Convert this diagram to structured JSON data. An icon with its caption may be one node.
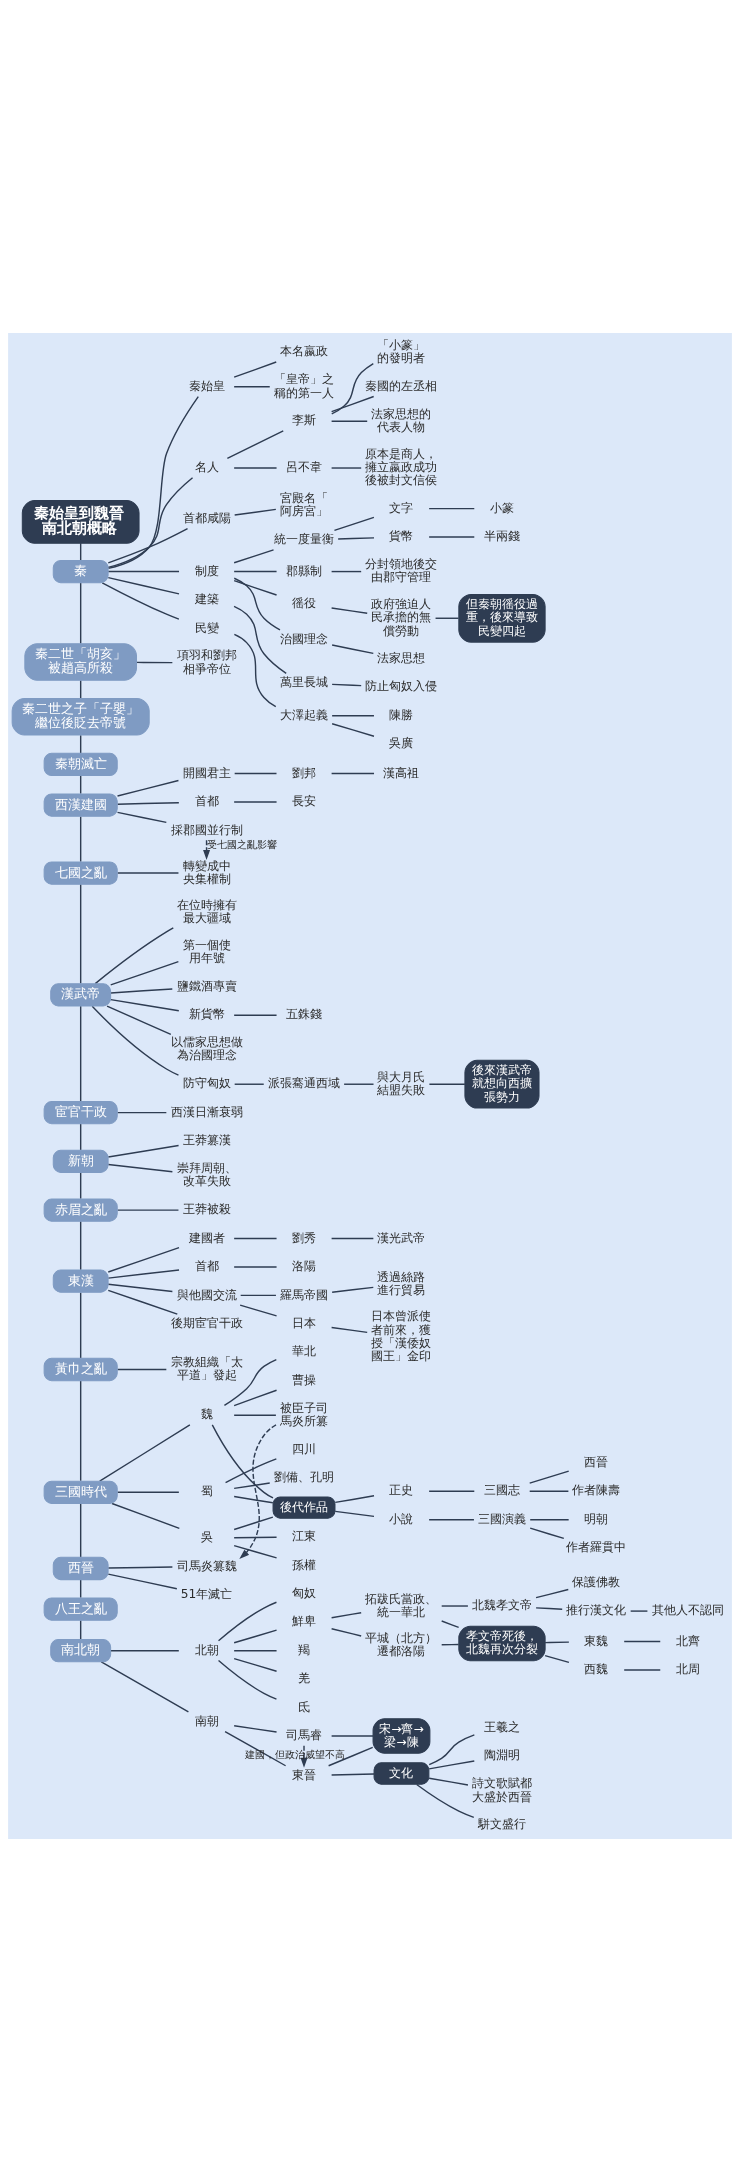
{
  "diagram": {
    "nodes": [
      {
        "text": [
          "秦始皇到魏晉南北朝概略"
        ]
      },
      {
        "text": [
          "秦"
        ]
      },
      {
        "text": [
          "秦始皇"
        ]
      },
      {
        "text": [
          "本名嬴政"
        ]
      },
      {
        "text": [
          "「皇帝」之稱的第一人"
        ]
      },
      {
        "text": [
          "名人"
        ]
      },
      {
        "text": [
          "李斯"
        ]
      },
      {
        "text": [
          "「小篆」的發明者"
        ]
      },
      {
        "text": [
          "秦國的左丞相"
        ]
      },
      {
        "text": [
          "法家思想的代表人物"
        ]
      },
      {
        "text": [
          "呂不韋"
        ]
      },
      {
        "text": [
          "原本是商人，擁立嬴政成功後被封文信侯"
        ]
      },
      {
        "text": [
          "首都咸陽"
        ]
      },
      {
        "text": [
          "宮殿名「阿房宮」"
        ]
      },
      {
        "text": [
          "制度"
        ]
      },
      {
        "text": [
          "統一度量衡"
        ]
      },
      {
        "text": [
          "文字"
        ]
      },
      {
        "text": [
          "小篆"
        ]
      },
      {
        "text": [
          "貨幣"
        ]
      },
      {
        "text": [
          "半兩錢"
        ]
      },
      {
        "text": [
          "郡縣制"
        ]
      },
      {
        "text": [
          "分封領地後交由郡守管理"
        ]
      },
      {
        "text": [
          "徭役"
        ]
      },
      {
        "text": [
          "政府強迫人民承擔的無償勞動"
        ]
      },
      {
        "text": [
          "但秦朝徭役過重，後來導致民變四起"
        ]
      },
      {
        "text": [
          "治國理念"
        ]
      },
      {
        "text": [
          "法家思想"
        ]
      },
      {
        "text": [
          "建築"
        ]
      },
      {
        "text": [
          "萬里長城"
        ]
      },
      {
        "text": [
          "防止匈奴入侵"
        ]
      },
      {
        "text": [
          "民變"
        ]
      },
      {
        "text": [
          "大澤起義"
        ]
      },
      {
        "text": [
          "陳勝"
        ]
      },
      {
        "text": [
          "吳廣"
        ]
      },
      {
        "text": [
          "秦二世「胡亥」被趙高所殺"
        ]
      },
      {
        "text": [
          "項羽和劉邦相爭帝位"
        ]
      },
      {
        "text": [
          "秦二世之子「子嬰」繼位後貶去帝號"
        ]
      },
      {
        "text": [
          "秦朝滅亡"
        ]
      },
      {
        "text": [
          "西漢建國"
        ]
      },
      {
        "text": [
          "開國君主"
        ]
      },
      {
        "text": [
          "劉邦"
        ]
      },
      {
        "text": [
          "漢高祖"
        ]
      },
      {
        "text": [
          "首都"
        ]
      },
      {
        "text": [
          "長安"
        ]
      },
      {
        "text": [
          "採郡國並行制"
        ]
      },
      {
        "text": [
          "七國之亂"
        ]
      },
      {
        "text": [
          "轉變成中央集權制"
        ]
      },
      {
        "text": [
          "漢武帝"
        ]
      },
      {
        "text": [
          "在位時擁有最大疆域"
        ]
      },
      {
        "text": [
          "第一個使用年號"
        ]
      },
      {
        "text": [
          "鹽鐵酒專賣"
        ]
      },
      {
        "text": [
          "新貨幣"
        ]
      },
      {
        "text": [
          "五銖錢"
        ]
      },
      {
        "text": [
          "以儒家思想做為治國理念"
        ]
      },
      {
        "text": [
          "防守匈奴"
        ]
      },
      {
        "text": [
          "派張騫通西域"
        ]
      },
      {
        "text": [
          "與大月氏結盟失敗"
        ]
      },
      {
        "text": [
          "後來漢武帝就想向西擴張勢力"
        ]
      },
      {
        "text": [
          "宦官干政"
        ]
      },
      {
        "text": [
          "西漢日漸衰弱"
        ]
      },
      {
        "text": [
          "新朝"
        ]
      },
      {
        "text": [
          "王莽篡漢"
        ]
      },
      {
        "text": [
          "崇拜周朝、改革失敗"
        ]
      },
      {
        "text": [
          "赤眉之亂"
        ]
      },
      {
        "text": [
          "王莽被殺"
        ]
      },
      {
        "text": [
          "東漢"
        ]
      },
      {
        "text": [
          "建國者"
        ]
      },
      {
        "text": [
          "劉秀"
        ]
      },
      {
        "text": [
          "漢光武帝"
        ]
      },
      {
        "text": [
          "首都"
        ]
      },
      {
        "text": [
          "洛陽"
        ]
      },
      {
        "text": [
          "與他國交流"
        ]
      },
      {
        "text": [
          "羅馬帝國"
        ]
      },
      {
        "text": [
          "透過絲路進行貿易"
        ]
      },
      {
        "text": [
          "日本"
        ]
      },
      {
        "text": [
          "日本曾派使者前來，獲授「漢倭奴國王」金印"
        ]
      },
      {
        "text": [
          "後期宦官干政"
        ]
      },
      {
        "text": [
          "黃巾之亂"
        ]
      },
      {
        "text": [
          "宗教組織「太平道」發起"
        ]
      },
      {
        "text": [
          "三國時代"
        ]
      },
      {
        "text": [
          "魏"
        ]
      },
      {
        "text": [
          "華北"
        ]
      },
      {
        "text": [
          "曹操"
        ]
      },
      {
        "text": [
          "被臣子司馬炎所篡"
        ]
      },
      {
        "text": [
          "蜀"
        ]
      },
      {
        "text": [
          "四川"
        ]
      },
      {
        "text": [
          "劉備、孔明"
        ]
      },
      {
        "text": [
          "吳"
        ]
      },
      {
        "text": [
          "江東"
        ]
      },
      {
        "text": [
          "孫權"
        ]
      },
      {
        "text": [
          "後代作品"
        ]
      },
      {
        "text": [
          "正史"
        ]
      },
      {
        "text": [
          "三國志"
        ]
      },
      {
        "text": [
          "西晉"
        ]
      },
      {
        "text": [
          "作者陳壽"
        ]
      },
      {
        "text": [
          "小說"
        ]
      },
      {
        "text": [
          "三國演義"
        ]
      },
      {
        "text": [
          "明朝"
        ]
      },
      {
        "text": [
          "作者羅貫中"
        ]
      },
      {
        "text": [
          "西晉"
        ]
      },
      {
        "text": [
          "司馬炎篡魏"
        ]
      },
      {
        "text": [
          "51年滅亡"
        ]
      },
      {
        "text": [
          "八王之亂"
        ]
      },
      {
        "text": [
          "南北朝"
        ]
      },
      {
        "text": [
          "北朝"
        ]
      },
      {
        "text": [
          "匈奴"
        ]
      },
      {
        "text": [
          "鮮卑"
        ]
      },
      {
        "text": [
          "拓跋氏當政、統一華北"
        ]
      },
      {
        "text": [
          "北魏孝文帝"
        ]
      },
      {
        "text": [
          "保護佛教"
        ]
      },
      {
        "text": [
          "推行漢文化"
        ]
      },
      {
        "text": [
          "其他人不認同"
        ]
      },
      {
        "text": [
          "平城（北方）遷都洛陽"
        ]
      },
      {
        "text": [
          "孝文帝死後，北魏再次分裂"
        ]
      },
      {
        "text": [
          "東魏"
        ]
      },
      {
        "text": [
          "北齊"
        ]
      },
      {
        "text": [
          "西魏"
        ]
      },
      {
        "text": [
          "北周"
        ]
      },
      {
        "text": [
          "羯"
        ]
      },
      {
        "text": [
          "羌"
        ]
      },
      {
        "text": [
          "氐"
        ]
      },
      {
        "text": [
          "南朝"
        ]
      },
      {
        "text": [
          "東晉"
        ]
      },
      {
        "text": [
          "文化"
        ]
      },
      {
        "text": [
          "王羲之"
        ]
      },
      {
        "text": [
          "陶淵明"
        ]
      },
      {
        "text": [
          "詩文歌賦都大盛於西晉"
        ]
      },
      {
        "text": [
          "駢文盛行"
        ]
      },
      {
        "text": [
          "司馬睿"
        ]
      },
      {
        "text": [
          "宋→齊→梁→陳"
        ]
      }
    ],
    "edges": [
      {
        "from": 0,
        "to": 1,
        "arrow": "none"
      },
      {
        "from": 1,
        "to": 34,
        "arrow": "none"
      },
      {
        "from": 34,
        "to": 36,
        "arrow": "none"
      },
      {
        "from": 36,
        "to": 37,
        "arrow": "none"
      },
      {
        "from": 37,
        "to": 38,
        "arrow": "none"
      },
      {
        "from": 38,
        "to": 45,
        "arrow": "none"
      },
      {
        "from": 45,
        "to": 47,
        "arrow": "none"
      },
      {
        "from": 47,
        "to": 58,
        "arrow": "none"
      },
      {
        "from": 58,
        "to": 60,
        "arrow": "none"
      },
      {
        "from": 60,
        "to": 63,
        "arrow": "none"
      },
      {
        "from": 63,
        "to": 65,
        "arrow": "none"
      },
      {
        "from": 65,
        "to": 77,
        "arrow": "none"
      },
      {
        "from": 77,
        "to": 79,
        "arrow": "none"
      },
      {
        "from": 79,
        "to": 99,
        "arrow": "none"
      },
      {
        "from": 99,
        "to": 102,
        "arrow": "none"
      },
      {
        "from": 102,
        "to": 103,
        "arrow": "none"
      },
      {
        "from": 1,
        "to": 2,
        "arrow": "none"
      },
      {
        "from": 2,
        "to": 3,
        "arrow": "none"
      },
      {
        "from": 2,
        "to": 4,
        "arrow": "none"
      },
      {
        "from": 1,
        "to": 5,
        "arrow": "none"
      },
      {
        "from": 5,
        "to": 6,
        "arrow": "none"
      },
      {
        "from": 6,
        "to": 7,
        "arrow": "none"
      },
      {
        "from": 6,
        "to": 8,
        "arrow": "none"
      },
      {
        "from": 6,
        "to": 9,
        "arrow": "none"
      },
      {
        "from": 5,
        "to": 10,
        "arrow": "none"
      },
      {
        "from": 10,
        "to": 11,
        "arrow": "none"
      },
      {
        "from": 1,
        "to": 12,
        "arrow": "none"
      },
      {
        "from": 12,
        "to": 13,
        "arrow": "none"
      },
      {
        "from": 1,
        "to": 14,
        "arrow": "none"
      },
      {
        "from": 14,
        "to": 15,
        "arrow": "none"
      },
      {
        "from": 15,
        "to": 16,
        "arrow": "none"
      },
      {
        "from": 16,
        "to": 17,
        "arrow": "none"
      },
      {
        "from": 15,
        "to": 18,
        "arrow": "none"
      },
      {
        "from": 18,
        "to": 19,
        "arrow": "none"
      },
      {
        "from": 14,
        "to": 20,
        "arrow": "none"
      },
      {
        "from": 20,
        "to": 21,
        "arrow": "none"
      },
      {
        "from": 14,
        "to": 22,
        "arrow": "none"
      },
      {
        "from": 22,
        "to": 23,
        "arrow": "none"
      },
      {
        "from": 23,
        "to": 24,
        "arrow": "none"
      },
      {
        "from": 14,
        "to": 25,
        "arrow": "none"
      },
      {
        "from": 25,
        "to": 26,
        "arrow": "none"
      },
      {
        "from": 1,
        "to": 27,
        "arrow": "none"
      },
      {
        "from": 27,
        "to": 28,
        "arrow": "none"
      },
      {
        "from": 28,
        "to": 29,
        "arrow": "none"
      },
      {
        "from": 1,
        "to": 30,
        "arrow": "none"
      },
      {
        "from": 30,
        "to": 31,
        "arrow": "none"
      },
      {
        "from": 31,
        "to": 32,
        "arrow": "none"
      },
      {
        "from": 31,
        "to": 33,
        "arrow": "none"
      },
      {
        "from": 34,
        "to": 35,
        "arrow": "none"
      },
      {
        "from": 38,
        "to": 39,
        "arrow": "none"
      },
      {
        "from": 39,
        "to": 40,
        "arrow": "none"
      },
      {
        "from": 40,
        "to": 41,
        "arrow": "none"
      },
      {
        "from": 38,
        "to": 42,
        "arrow": "none"
      },
      {
        "from": 42,
        "to": 43,
        "arrow": "none"
      },
      {
        "from": 38,
        "to": 44,
        "arrow": "none"
      },
      {
        "from": 44,
        "to": 46,
        "arrow": "to",
        "style": "dashed",
        "label": "受七國之亂影響"
      },
      {
        "from": 45,
        "to": 46,
        "arrow": "none"
      },
      {
        "from": 47,
        "to": 48,
        "arrow": "none"
      },
      {
        "from": 47,
        "to": 49,
        "arrow": "none"
      },
      {
        "from": 47,
        "to": 50,
        "arrow": "none"
      },
      {
        "from": 47,
        "to": 51,
        "arrow": "none"
      },
      {
        "from": 51,
        "to": 52,
        "arrow": "none"
      },
      {
        "from": 47,
        "to": 53,
        "arrow": "none"
      },
      {
        "from": 47,
        "to": 54,
        "arrow": "none"
      },
      {
        "from": 54,
        "to": 55,
        "arrow": "none"
      },
      {
        "from": 55,
        "to": 56,
        "arrow": "none"
      },
      {
        "from": 56,
        "to": 57,
        "arrow": "none"
      },
      {
        "from": 58,
        "to": 59,
        "arrow": "none"
      },
      {
        "from": 60,
        "to": 61,
        "arrow": "none"
      },
      {
        "from": 60,
        "to": 62,
        "arrow": "none"
      },
      {
        "from": 63,
        "to": 64,
        "arrow": "none"
      },
      {
        "from": 65,
        "to": 66,
        "arrow": "none"
      },
      {
        "from": 66,
        "to": 67,
        "arrow": "none"
      },
      {
        "from": 67,
        "to": 68,
        "arrow": "none"
      },
      {
        "from": 65,
        "to": 69,
        "arrow": "none"
      },
      {
        "from": 69,
        "to": 70,
        "arrow": "none"
      },
      {
        "from": 65,
        "to": 71,
        "arrow": "none"
      },
      {
        "from": 71,
        "to": 72,
        "arrow": "none"
      },
      {
        "from": 72,
        "to": 73,
        "arrow": "none"
      },
      {
        "from": 71,
        "to": 74,
        "arrow": "none"
      },
      {
        "from": 74,
        "to": 75,
        "arrow": "none"
      },
      {
        "from": 65,
        "to": 76,
        "arrow": "none"
      },
      {
        "from": 77,
        "to": 78,
        "arrow": "none"
      },
      {
        "from": 79,
        "to": 80,
        "arrow": "none"
      },
      {
        "from": 80,
        "to": 81,
        "arrow": "none"
      },
      {
        "from": 80,
        "to": 82,
        "arrow": "none"
      },
      {
        "from": 80,
        "to": 83,
        "arrow": "none"
      },
      {
        "from": 79,
        "to": 84,
        "arrow": "none"
      },
      {
        "from": 84,
        "to": 85,
        "arrow": "none"
      },
      {
        "from": 84,
        "to": 86,
        "arrow": "none"
      },
      {
        "from": 79,
        "to": 87,
        "arrow": "none"
      },
      {
        "from": 87,
        "to": 88,
        "arrow": "none"
      },
      {
        "from": 87,
        "to": 89,
        "arrow": "none"
      },
      {
        "from": 80,
        "to": 90,
        "arrow": "none"
      },
      {
        "from": 84,
        "to": 90,
        "arrow": "none"
      },
      {
        "from": 87,
        "to": 90,
        "arrow": "none"
      },
      {
        "from": 90,
        "to": 91,
        "arrow": "none"
      },
      {
        "from": 91,
        "to": 92,
        "arrow": "none"
      },
      {
        "from": 92,
        "to": 93,
        "arrow": "none"
      },
      {
        "from": 92,
        "to": 94,
        "arrow": "none"
      },
      {
        "from": 90,
        "to": 95,
        "arrow": "none"
      },
      {
        "from": 95,
        "to": 96,
        "arrow": "none"
      },
      {
        "from": 96,
        "to": 97,
        "arrow": "none"
      },
      {
        "from": 96,
        "to": 98,
        "arrow": "none"
      },
      {
        "from": 83,
        "to": 100,
        "arrow": "to",
        "style": "dashed"
      },
      {
        "from": 99,
        "to": 100,
        "arrow": "none"
      },
      {
        "from": 99,
        "to": 101,
        "arrow": "none"
      },
      {
        "from": 103,
        "to": 104,
        "arrow": "none"
      },
      {
        "from": 104,
        "to": 105,
        "arrow": "none"
      },
      {
        "from": 104,
        "to": 106,
        "arrow": "none"
      },
      {
        "from": 106,
        "to": 107,
        "arrow": "none"
      },
      {
        "from": 107,
        "to": 108,
        "arrow": "none"
      },
      {
        "from": 108,
        "to": 109,
        "arrow": "none"
      },
      {
        "from": 108,
        "to": 110,
        "arrow": "none"
      },
      {
        "from": 110,
        "to": 111,
        "arrow": "none"
      },
      {
        "from": 106,
        "to": 112,
        "arrow": "none"
      },
      {
        "from": 107,
        "to": 113,
        "arrow": "none"
      },
      {
        "from": 112,
        "to": 113,
        "arrow": "none"
      },
      {
        "from": 113,
        "to": 114,
        "arrow": "none"
      },
      {
        "from": 114,
        "to": 115,
        "arrow": "none"
      },
      {
        "from": 113,
        "to": 116,
        "arrow": "none"
      },
      {
        "from": 116,
        "to": 117,
        "arrow": "none"
      },
      {
        "from": 104,
        "to": 118,
        "arrow": "none"
      },
      {
        "from": 104,
        "to": 119,
        "arrow": "none"
      },
      {
        "from": 104,
        "to": 120,
        "arrow": "none"
      },
      {
        "from": 103,
        "to": 121,
        "arrow": "none"
      },
      {
        "from": 121,
        "to": 122,
        "arrow": "none"
      },
      {
        "from": 121,
        "to": 128,
        "arrow": "none"
      },
      {
        "from": 122,
        "to": 123,
        "arrow": "none"
      },
      {
        "from": 123,
        "to": 124,
        "arrow": "none"
      },
      {
        "from": 123,
        "to": 125,
        "arrow": "none"
      },
      {
        "from": 123,
        "to": 126,
        "arrow": "none"
      },
      {
        "from": 123,
        "to": 127,
        "arrow": "none"
      },
      {
        "from": 122,
        "to": 129,
        "arrow": "none"
      },
      {
        "from": 128,
        "to": 129,
        "arrow": "none"
      },
      {
        "from": 128,
        "to": 122,
        "arrow": "to",
        "style": "dashed",
        "label": "建國，但政治威望不高"
      }
    ]
  }
}
